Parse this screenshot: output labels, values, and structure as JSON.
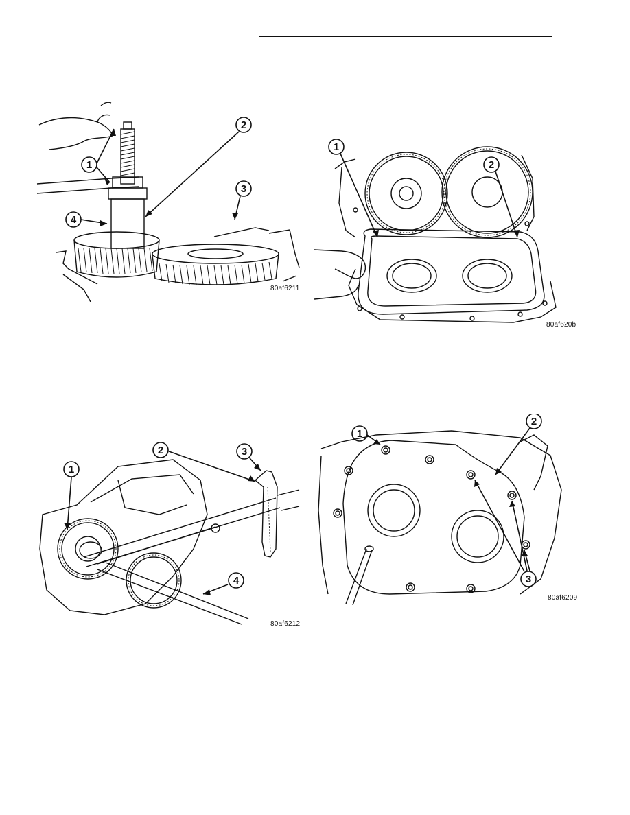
{
  "figures": [
    {
      "id": "fig1",
      "code": "80af6211",
      "callouts": [
        "1",
        "2",
        "3",
        "4"
      ]
    },
    {
      "id": "fig2",
      "code": "80af620b",
      "callouts": [
        "1",
        "2"
      ]
    },
    {
      "id": "fig3",
      "code": "80af6212",
      "callouts": [
        "1",
        "2",
        "3",
        "4"
      ]
    },
    {
      "id": "fig4",
      "code": "80af6209",
      "callouts": [
        "1",
        "2",
        "3"
      ]
    }
  ]
}
